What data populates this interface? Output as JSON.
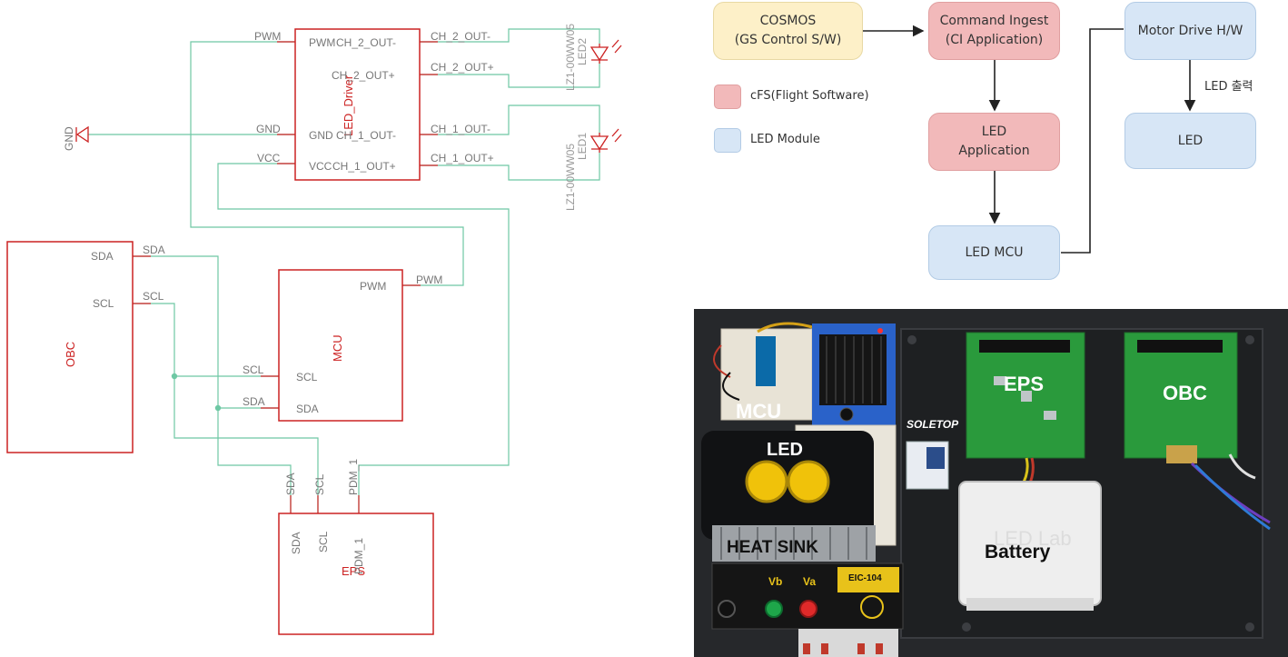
{
  "schematic": {
    "led_driver": {
      "name": "LED_Driver",
      "pins": {
        "pwm": "PWM",
        "ch2_out_neg": "CH_2_OUT-",
        "ch2_out_pos": "CH_2_OUT+",
        "gnd": "GND",
        "ch1_out_neg": "CH_1_OUT-",
        "vcc": "VCC",
        "ch1_out_pos": "CH_1_OUT+"
      }
    },
    "leds": [
      {
        "ref": "LED2",
        "part": "LZ1-00WW05"
      },
      {
        "ref": "LED1",
        "part": "LZ1-00WW05"
      }
    ],
    "nets": {
      "pwm": "PWM",
      "gnd": "GND",
      "vcc": "VCC",
      "ch2_neg": "CH_2_OUT-",
      "ch2_pos": "CH_2_OUT+",
      "ch1_neg": "CH_1_OUT-",
      "ch1_pos": "CH_1_OUT+",
      "sda": "SDA",
      "scl": "SCL",
      "pdm1": "PDM_1"
    },
    "gnd_symbol": "GND",
    "obc": {
      "name": "OBC",
      "pins": {
        "sda": "SDA",
        "scl": "SCL"
      }
    },
    "mcu": {
      "name": "MCU",
      "pins": {
        "pwm": "PWM",
        "scl": "SCL",
        "sda": "SDA"
      }
    },
    "eps": {
      "name": "EPS",
      "pins": {
        "sda": "SDA",
        "scl": "SCL",
        "pdm1": "PDM_1"
      }
    }
  },
  "flow_diagram": {
    "cosmos": "COSMOS\n(GS Control S/W)",
    "command_ingest": "Command Ingest\n(CI Application)",
    "led_application": "LED\nApplication",
    "led_mcu": "LED MCU",
    "motor_drive": "Motor Drive H/W",
    "led": "LED",
    "arrow_label": "LED 출력",
    "legend": [
      {
        "label": "cFS(Flight Software)",
        "color": "#f2b9ba"
      },
      {
        "label": "LED Module",
        "color": "#d7e6f6"
      }
    ]
  },
  "photo": {
    "labels": {
      "mcu": "MCU",
      "led": "LED",
      "heat_sink": "HEAT SINK",
      "eps": "EPS",
      "obc": "OBC",
      "battery": "Battery"
    },
    "printed": {
      "soletop": "SOLETOP",
      "ecell": "EIC-104",
      "vb": "Vb",
      "va": "Va",
      "lab_mark": "LED Lab"
    }
  },
  "colors": {
    "part_red": "#cc2222",
    "wire_green": "#6ec8a4",
    "pin_gray": "#777777"
  }
}
